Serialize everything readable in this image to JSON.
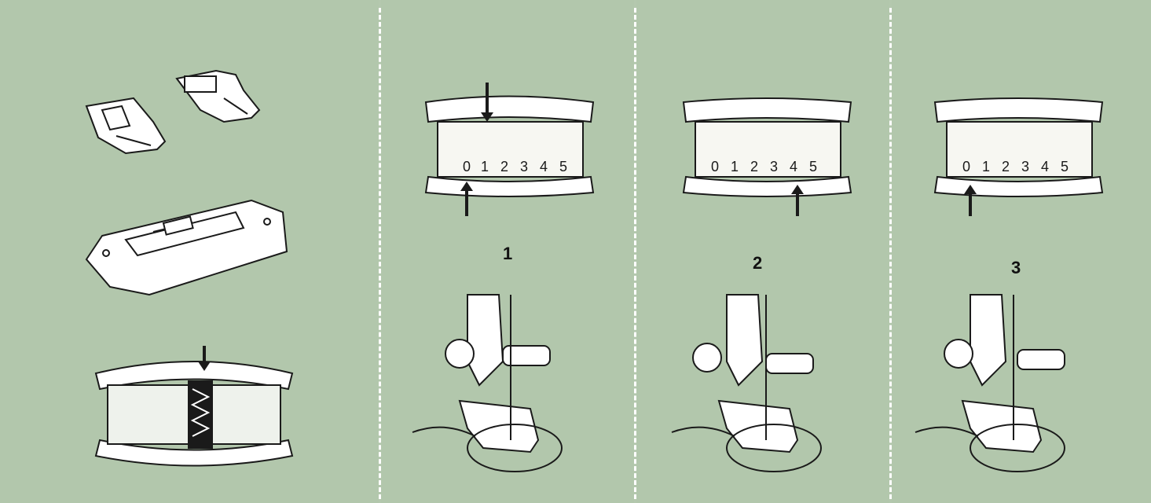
{
  "page": {
    "background": "#b4c8ae",
    "divider_color": "#ffffff",
    "line_color": "#1a1a1a"
  },
  "panels": [
    {
      "id": "accessories",
      "items": [
        "zigzag-foot-icon",
        "straight-stitch-foot-icon",
        "straight-stitch-needle-plate-icon",
        "stitch-selector-dial-icon"
      ]
    },
    {
      "id": "step-1",
      "number": "1",
      "dial_numbers": [
        "0",
        "1",
        "2",
        "3",
        "4",
        "5"
      ]
    },
    {
      "id": "step-2",
      "number": "2",
      "dial_numbers": [
        "0",
        "1",
        "2",
        "3",
        "4",
        "5"
      ]
    },
    {
      "id": "step-3",
      "number": "3",
      "dial_numbers": [
        "0",
        "1",
        "2",
        "3",
        "4",
        "5"
      ]
    }
  ]
}
